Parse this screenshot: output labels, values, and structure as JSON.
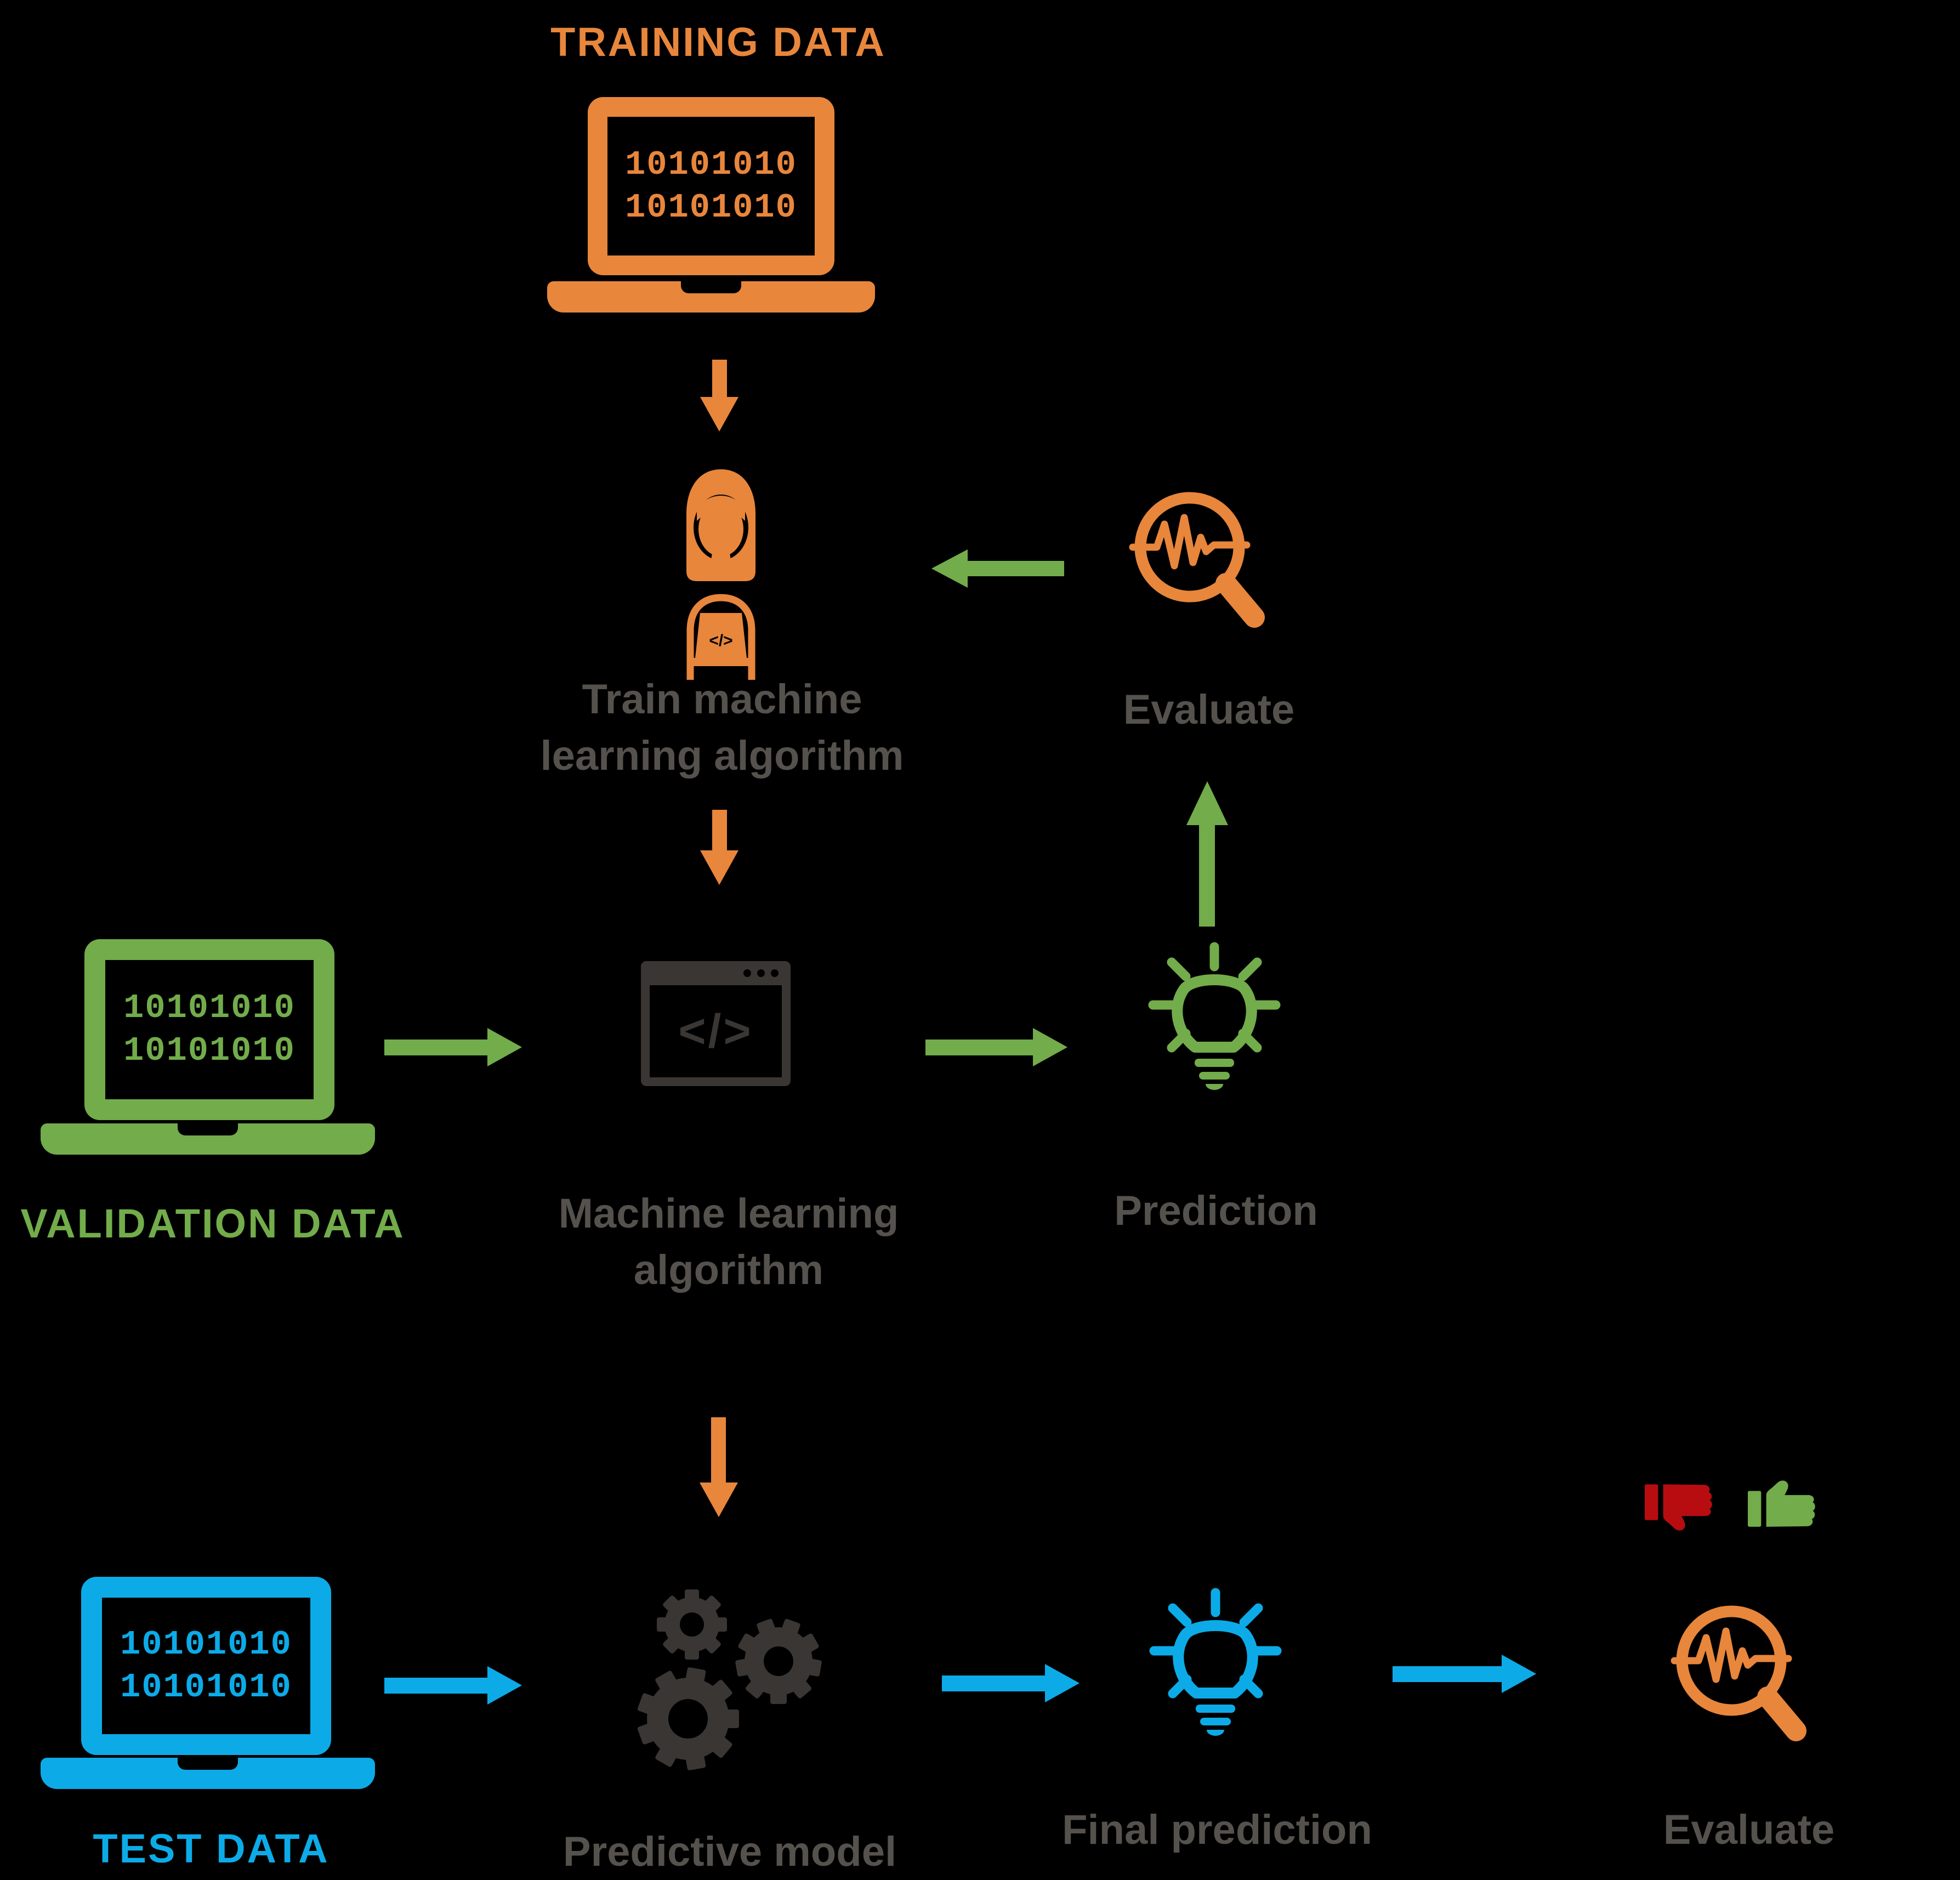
{
  "palette": {
    "background": "#000000",
    "orange": "#E8863C",
    "green": "#72AC4B",
    "blue": "#0CABE8",
    "red": "#B70D11",
    "icon_gray": "#3A3633",
    "label_gray": "#55514D"
  },
  "nodes": {
    "training": {
      "title": "TRAINING DATA",
      "binary": [
        "10101010",
        "10101010"
      ]
    },
    "train_step": {
      "label": [
        "Train machine",
        "learning algorithm"
      ],
      "code_glyph": "</>"
    },
    "evaluate_top": {
      "label": "Evaluate"
    },
    "validation": {
      "title": "VALIDATION DATA",
      "binary": [
        "10101010",
        "10101010"
      ]
    },
    "ml_algorithm": {
      "label": [
        "Machine learning",
        "algorithm"
      ],
      "code_glyph": "</>"
    },
    "prediction": {
      "label": "Prediction"
    },
    "test": {
      "title": "TEST DATA",
      "binary": [
        "10101010",
        "10101010"
      ]
    },
    "predictive_model": {
      "label": "Predictive model"
    },
    "final_prediction": {
      "label": "Final prediction"
    },
    "evaluate_bottom": {
      "label": "Evaluate"
    }
  }
}
